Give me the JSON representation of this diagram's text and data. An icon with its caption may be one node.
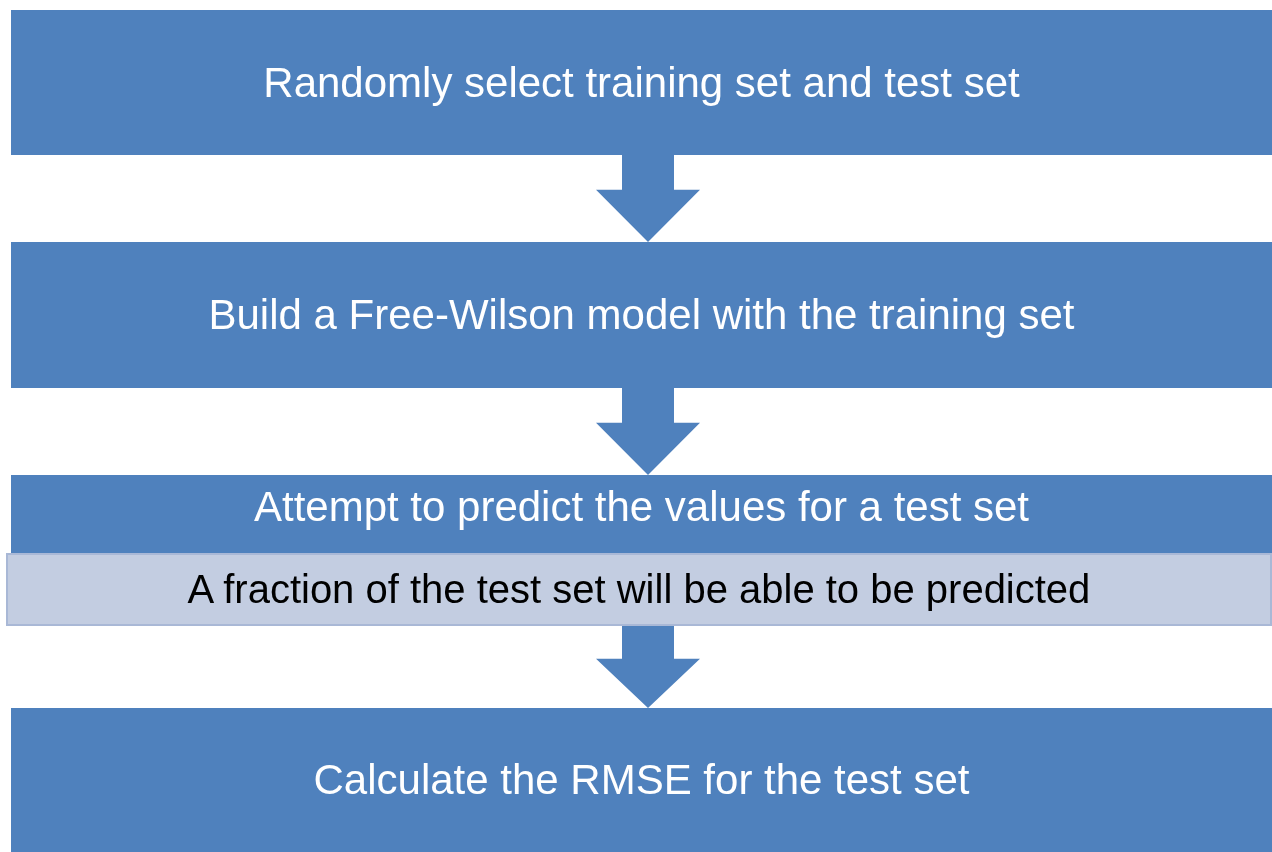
{
  "diagram": {
    "nodes": [
      {
        "text": [
          "Randomly select training set and test set"
        ]
      },
      {
        "text": [
          "Build a Free-Wilson model with the training set"
        ]
      },
      {
        "text": [
          "Attempt to predict the values for a test set"
        ]
      },
      {
        "text": [
          "A fraction of the test set will be able to be predicted"
        ]
      },
      {
        "text": [
          "Calculate the RMSE for the test set"
        ]
      }
    ],
    "edges": [
      {
        "from": 0,
        "to": 1,
        "arrow": "to"
      },
      {
        "from": 1,
        "to": 2,
        "arrow": "to"
      },
      {
        "from": 3,
        "to": 4,
        "arrow": "to"
      }
    ]
  }
}
